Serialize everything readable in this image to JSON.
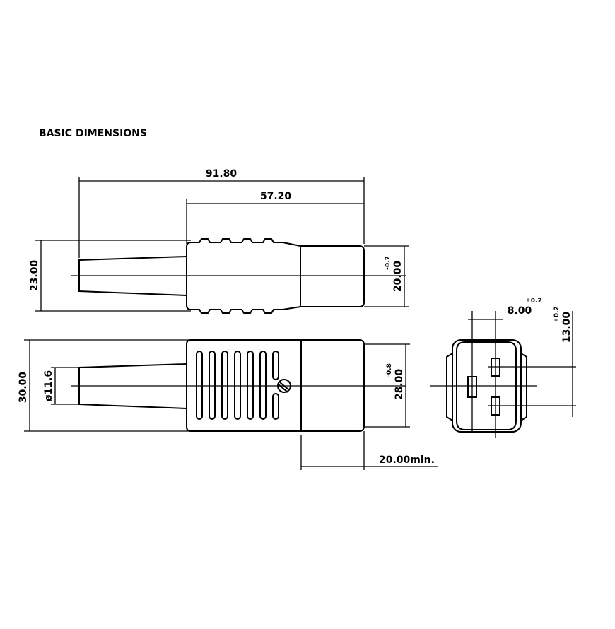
{
  "title": "BASIC DIMENSIONS",
  "dimensions": {
    "overall_length": "91.80",
    "body_length": "57.20",
    "side_height": "23.00",
    "side_height_right": "20.00",
    "side_height_right_tol": "-0.7",
    "top_height": "30.00",
    "top_height_right": "28.00",
    "top_height_right_tol": "-0.8",
    "cable_diameter": "ø11.6",
    "min_clearance": "20.00min.",
    "end_width": "8.00",
    "end_width_tol": "±0.2",
    "end_height": "13.00",
    "end_height_tol": "±0.2"
  }
}
